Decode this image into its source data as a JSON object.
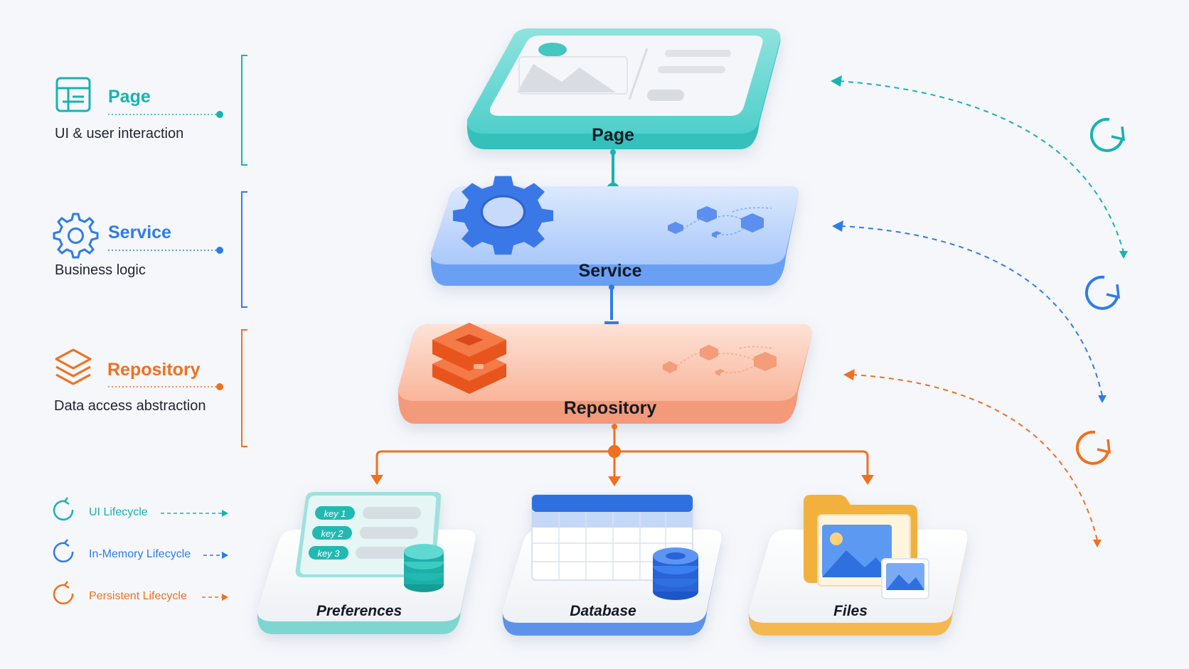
{
  "colors": {
    "page": "#17b3b0",
    "service": "#2f7ce6",
    "repository": "#f0701f",
    "files": "#f2b13e"
  },
  "layers": {
    "page": {
      "label": "Page",
      "title": "Page",
      "description": "UI & user interaction",
      "icon": "layout-icon"
    },
    "service": {
      "label": "Service",
      "title": "Service",
      "description": "Business logic",
      "icon": "gear-icon"
    },
    "repository": {
      "label": "Repository",
      "title": "Repository",
      "description": "Data access abstraction",
      "icon": "stack-layers-icon"
    }
  },
  "storage": [
    {
      "label": "Preferences",
      "keys": [
        "key 1",
        "key 2",
        "key 3"
      ],
      "icon": "key-list-icon"
    },
    {
      "label": "Database",
      "icon": "table-icon"
    },
    {
      "label": "Files",
      "icon": "folder-image-icon"
    }
  ],
  "lifecycles": [
    {
      "label": "UI Lifecycle",
      "color": "#17b3b0"
    },
    {
      "label": "In-Memory Lifecycle",
      "color": "#2f7ce6"
    },
    {
      "label": "Persistent Lifecycle",
      "color": "#f0701f"
    }
  ]
}
